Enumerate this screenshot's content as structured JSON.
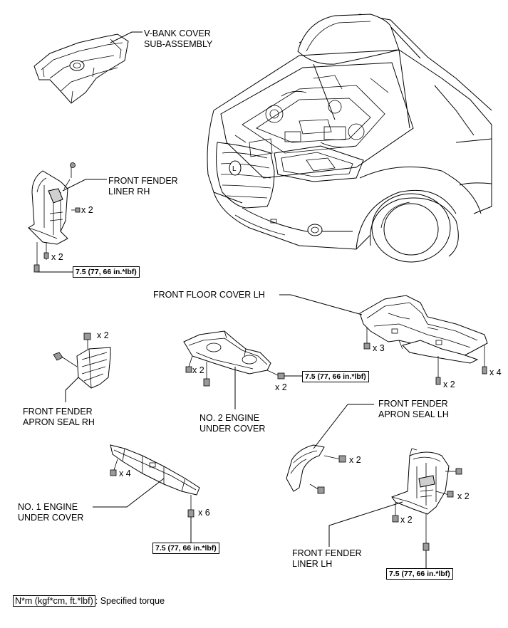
{
  "labels": {
    "v_bank_cover": [
      "V-BANK COVER",
      "SUB-ASSEMBLY"
    ],
    "front_fender_liner_rh": [
      "FRONT FENDER",
      "LINER RH"
    ],
    "front_floor_cover_lh": "FRONT FLOOR COVER LH",
    "front_fender_apron_seal_rh": [
      "FRONT FENDER",
      "APRON SEAL RH"
    ],
    "no2_engine_under_cover": [
      "NO. 2 ENGINE",
      "UNDER COVER"
    ],
    "front_fender_apron_seal_lh": [
      "FRONT FENDER",
      "APRON SEAL LH"
    ],
    "no1_engine_under_cover": [
      "NO. 1 ENGINE",
      "UNDER COVER"
    ],
    "front_fender_liner_lh": [
      "FRONT FENDER",
      "LINER LH"
    ]
  },
  "quantities": {
    "liner_rh_side": "x 2",
    "liner_rh_bottom": "x 2",
    "seal_rh": "x 2",
    "no2_left": "x 2",
    "no2_right": "x 2",
    "floor_mid": "x 3",
    "floor_bottom": "x 2",
    "floor_right": "x 4",
    "seal_lh": "x 2",
    "no1_left": "x 4",
    "no1_bottom": "x 6",
    "liner_lh_right": "x 2",
    "liner_lh_bottom": "x 2"
  },
  "torque": "7.5 (77, 66 in.*lbf)",
  "legend": {
    "unit": "N*m (kgf*cm, ft.*lbf)",
    "text": ": Specified torque"
  },
  "colors": {
    "line": "#000000",
    "shade": "#cfcfcf",
    "background": "#ffffff"
  }
}
